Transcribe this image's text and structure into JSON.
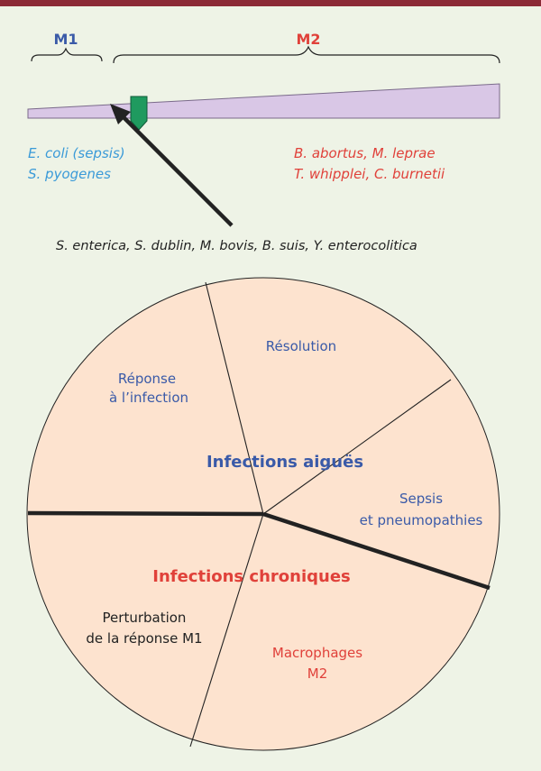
{
  "colors": {
    "top_bar": "#8b2a36",
    "background": "#eef3e6",
    "m1_blue": "#3a5aa8",
    "m2_red": "#e0413a",
    "pathogen_blue": "#3a9ad8",
    "wedge_fill": "#d9c7e6",
    "wedge_stroke": "#7a6a8a",
    "marker_green": "#1f9a5f",
    "circle_fill": "#fde3cf",
    "dark": "#222222"
  },
  "gradient": {
    "m1_label": "M1",
    "m2_label": "M2",
    "m1_pathogens": [
      "E. coli (sepsis)",
      "S. pyogenes"
    ],
    "m2_pathogens": [
      "B. abortus, M. leprae",
      "T. whipplei, C. burnetii"
    ],
    "arrow_pathogens": "S. enterica, S. dublin, M. bovis, B. suis, Y. enterocolitica"
  },
  "circle": {
    "acute_title": "Infections aiguës",
    "chronic_title": "Infections chroniques",
    "sector_response": [
      "Réponse",
      "à l’infection"
    ],
    "sector_resolution": "Résolution",
    "sector_sepsis": [
      "Sepsis",
      "et pneumopathies"
    ],
    "sector_perturbation": [
      "Perturbation",
      "de la réponse M1"
    ],
    "sector_macrophages": [
      "Macrophages",
      "M2"
    ]
  }
}
